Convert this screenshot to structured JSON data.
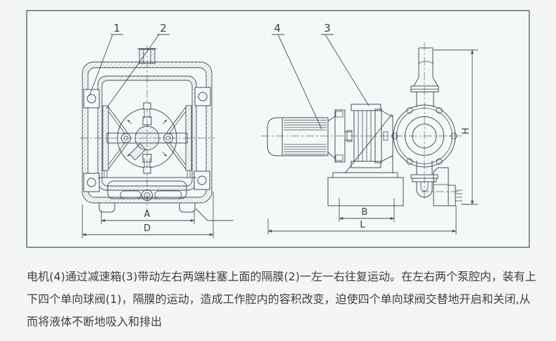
{
  "colors": {
    "page_bg": "#f4f5f5",
    "panel_bg": "#f4f8f8",
    "panel_border": "#85929b",
    "line": "#4a4e53",
    "text": "#3f4042"
  },
  "callouts": {
    "c1": "1",
    "c2": "2",
    "c3": "3",
    "c4": "4"
  },
  "dims": {
    "a": "A",
    "d": "D",
    "b": "B",
    "l": "L",
    "h": "H"
  },
  "description": {
    "line1": "电机(4)通过减速箱(3)带动左右两端柱塞上面的隔膜(2)一左一右往复运动。在左右两个泵腔内，装有上",
    "line2": "下四个单向球阀(1)，隔膜的运动，造成工作腔内的容积改变，迫使四个单向球阀交替地开启和关闭,从",
    "line3": "而将液体不断地吸入和排出"
  }
}
